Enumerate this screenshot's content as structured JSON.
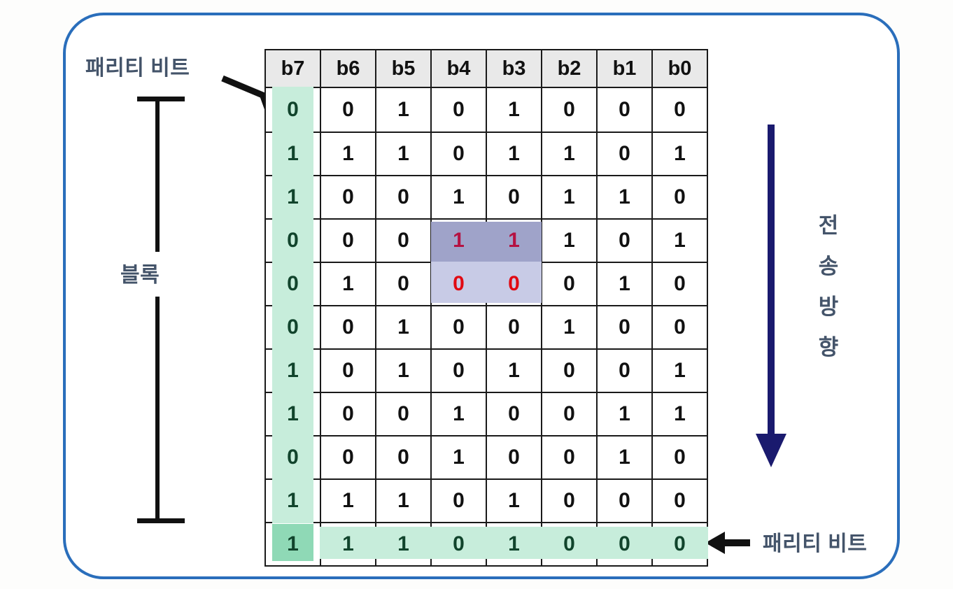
{
  "frame": {
    "border_color": "#2a6ebb"
  },
  "labels": {
    "parity_bit_top": "패리티 비트",
    "block": "블록",
    "parity_bit_bottom": "패리티 비트",
    "transmission_direction_chars": [
      "전",
      "송",
      "방",
      "향"
    ]
  },
  "colors": {
    "label_text": "#44546a",
    "frame_blue": "#2a6ebb",
    "arrow_navy": "#1a1a6e",
    "arrow_black": "#111111",
    "parity_green": "#c7eddb",
    "parity_green_dark": "#8fd9b6",
    "parity_text_green": "#11442c",
    "error_dark_purple": "#9fa3c9",
    "error_light_purple": "#c8cbe6",
    "error_text_crimson": "#b51242",
    "error_text_red": "#e10a12",
    "header_gray": "#e9e9e9",
    "grid_line": "#1a1a1a"
  },
  "chart_data": {
    "type": "table",
    "title": "",
    "columns": [
      "b7",
      "b6",
      "b5",
      "b4",
      "b3",
      "b2",
      "b1",
      "b0"
    ],
    "parity_column": "b7",
    "parity_row_index": 10,
    "error_cells": [
      {
        "row": 3,
        "col": 3,
        "value": "1",
        "style": "err-dark"
      },
      {
        "row": 3,
        "col": 4,
        "value": "1",
        "style": "err-dark"
      },
      {
        "row": 4,
        "col": 3,
        "value": "0",
        "style": "err-light"
      },
      {
        "row": 4,
        "col": 4,
        "value": "0",
        "style": "err-light"
      }
    ],
    "rows": [
      [
        "0",
        "0",
        "1",
        "0",
        "1",
        "0",
        "0",
        "0"
      ],
      [
        "1",
        "1",
        "1",
        "0",
        "1",
        "1",
        "0",
        "1"
      ],
      [
        "1",
        "0",
        "0",
        "1",
        "0",
        "1",
        "1",
        "0"
      ],
      [
        "0",
        "0",
        "0",
        "1",
        "1",
        "1",
        "0",
        "1"
      ],
      [
        "0",
        "1",
        "0",
        "0",
        "0",
        "0",
        "1",
        "0"
      ],
      [
        "0",
        "0",
        "1",
        "0",
        "0",
        "1",
        "0",
        "0"
      ],
      [
        "1",
        "0",
        "1",
        "0",
        "1",
        "0",
        "0",
        "1"
      ],
      [
        "1",
        "0",
        "0",
        "1",
        "0",
        "0",
        "1",
        "1"
      ],
      [
        "0",
        "0",
        "0",
        "1",
        "0",
        "0",
        "1",
        "0"
      ],
      [
        "1",
        "1",
        "1",
        "0",
        "1",
        "0",
        "0",
        "0"
      ],
      [
        "1",
        "1",
        "1",
        "0",
        "1",
        "0",
        "0",
        "0"
      ]
    ]
  }
}
